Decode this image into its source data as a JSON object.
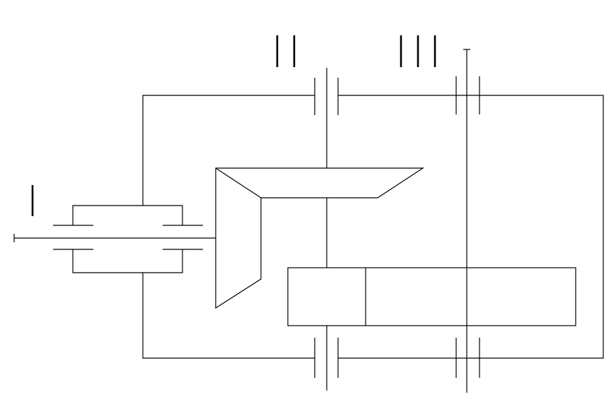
{
  "shaft_labels": {
    "shaft_1": "I",
    "shaft_2": "II",
    "shaft_3": "III"
  },
  "colors": {
    "line": "#000000",
    "background": "#ffffff"
  }
}
